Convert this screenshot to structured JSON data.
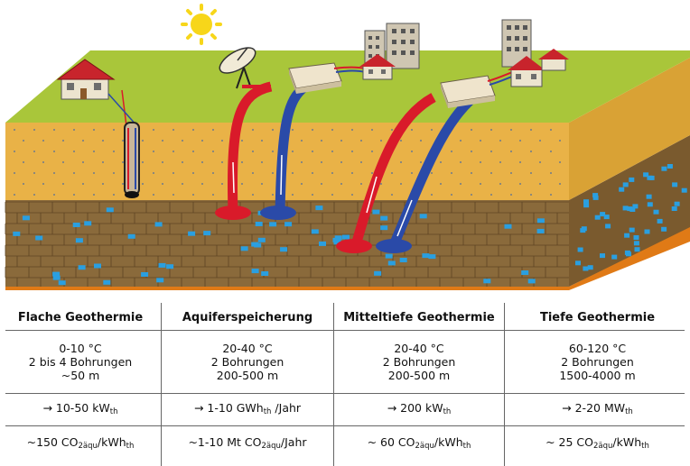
{
  "columns": [
    {
      "header": "Flache Geothermie",
      "conditions": [
        "0-10 °C",
        "2 bis 4 Bohrungen",
        "~50 m"
      ],
      "output": {
        "prefix": "→ 10-50 kW",
        "sub": "th",
        "suffix": ""
      },
      "emissions": {
        "pre": "~150 CO",
        "sub1": "2äqu",
        "mid": "/kWh",
        "sub2": "th"
      }
    },
    {
      "header": "Aquiferspeicherung",
      "conditions": [
        "20-40 °C",
        "2 Bohrungen",
        "200-500 m"
      ],
      "output": {
        "prefix": "→ 1-10 GWh",
        "sub": "th",
        "suffix": " /Jahr"
      },
      "emissions": {
        "pre": "~1-10 Mt CO",
        "sub1": "2äqu",
        "mid": "/Jahr",
        "sub2": ""
      }
    },
    {
      "header": "Mitteltiefe Geothermie",
      "conditions": [
        "20-40 °C",
        "2 Bohrungen",
        "200-500 m"
      ],
      "output": {
        "prefix": "→ 200 kW",
        "sub": "th",
        "suffix": ""
      },
      "emissions": {
        "pre": "~ 60 CO",
        "sub1": "2äqu",
        "mid": "/kWh",
        "sub2": "th"
      }
    },
    {
      "header": "Tiefe Geothermie",
      "conditions": [
        "60-120 °C",
        "2 Bohrungen",
        "1500-4000 m"
      ],
      "output": {
        "prefix": "→ 2-20 MW",
        "sub": "th",
        "suffix": ""
      },
      "emissions": {
        "pre": "~ 25 CO",
        "sub1": "2äqu",
        "mid": "/kWh",
        "sub2": "th"
      }
    }
  ],
  "colors": {
    "grass": "#a9c63a",
    "sand": "#e9b247",
    "sand_side": "#d9a235",
    "rock": "#8a6a3b",
    "rock_side": "#7a5a2e",
    "water": "#2a9fe0",
    "deep": "#e07a16",
    "hot_pipe": "#d91a2a",
    "cold_pipe": "#2a4aa8",
    "sun": "#f7d61a",
    "house_wall": "#ece4cf",
    "roof": "#c8242c",
    "building": "#cfc6b2",
    "station": "#e2d6bd"
  },
  "icons": [
    "sun-icon",
    "satellite-dish-icon",
    "house-icon",
    "apartment-building-icon",
    "heat-station-icon",
    "borehole-probe-icon"
  ]
}
